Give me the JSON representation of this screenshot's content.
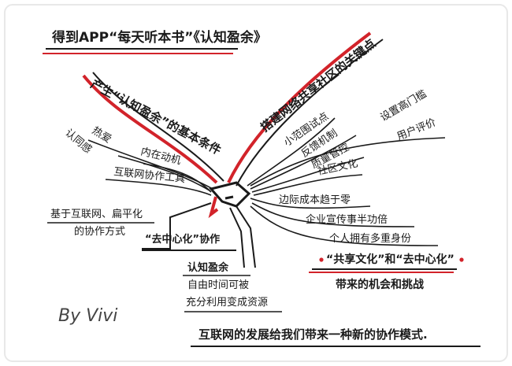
{
  "title": "得到APP“每天听本书”《认知盈余》",
  "signature": "By Vivi",
  "colors": {
    "ink": "#1a1a1a",
    "red": "#d2232a",
    "paper": "#ffffff",
    "frame": "#e8e8e8"
  },
  "branches": {
    "left": {
      "title": "产生“认知盈余”的基本条件",
      "items": [
        "热爱",
        "认同感",
        "内在动机",
        "互联网协作工具"
      ]
    },
    "right": {
      "title": "搭建网络共享社区的关键点",
      "items": [
        "小范围试点",
        "反馈机制",
        "质量管控",
        "社区文化",
        "设置高门槛",
        "用户评价"
      ]
    },
    "middle_left": {
      "title": "“去中心化”协作",
      "detail_line1": "基于互联网、扁平化",
      "detail_line2": "的协作方式"
    },
    "bottom": {
      "title": "认知盈余",
      "detail_line1": "自由时间可被",
      "detail_line2": "充分利用变成资源"
    },
    "lower_right": {
      "items": [
        "边际成本趋于零",
        "企业宣传事半功倍",
        "个人拥有多重身份"
      ],
      "title_line1": "“共享文化”和“去中心化”",
      "title_line2": "带来的机会和挑战"
    }
  },
  "conclusion": "互联网的发展给我们带来一种新的协作模式."
}
